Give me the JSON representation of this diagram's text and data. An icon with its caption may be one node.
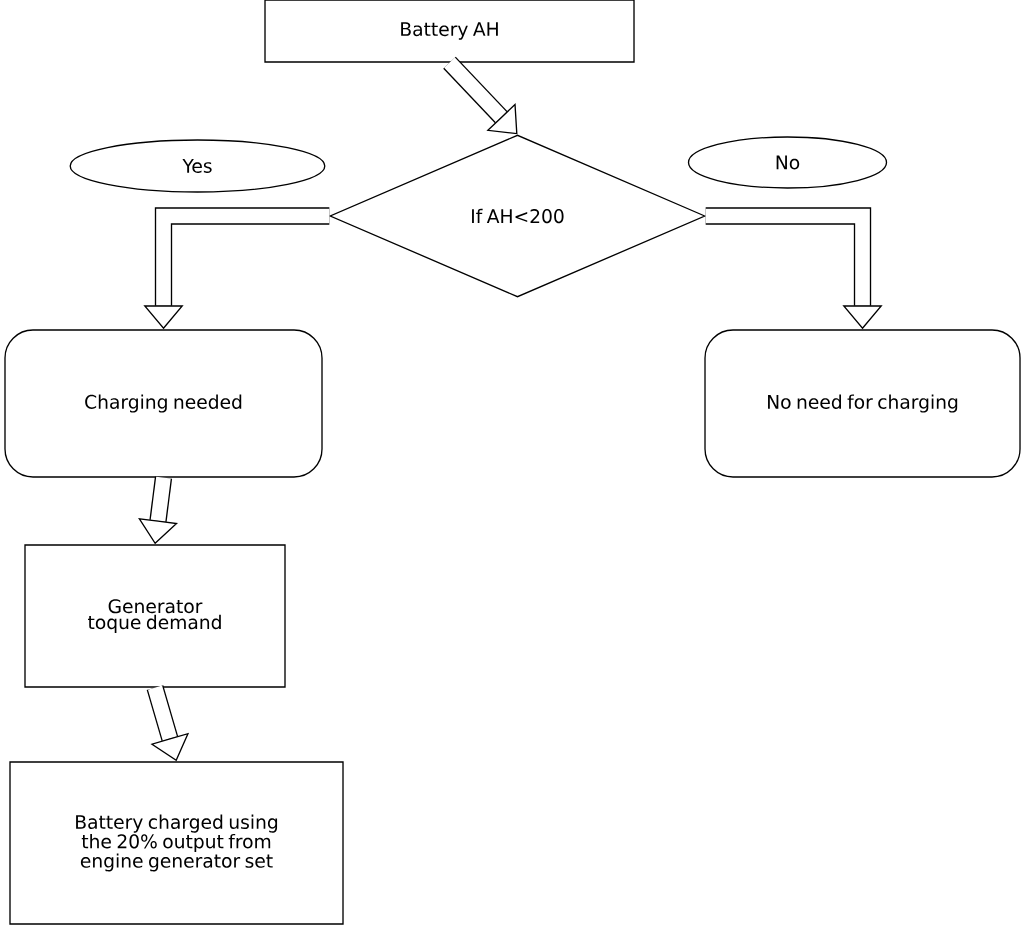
{
  "diagram": {
    "nodes": [
      {
        "text": [
          "Battery AH"
        ]
      },
      {
        "text": [
          "Yes"
        ]
      },
      {
        "text": [
          "If AH<200"
        ]
      },
      {
        "text": [
          "No"
        ]
      },
      {
        "text": [
          "Charging needed"
        ]
      },
      {
        "text": [
          "No need for charging"
        ]
      },
      {
        "text": [
          "Generator toque demand"
        ]
      },
      {
        "text": [
          "Battery charged using the 20% output from engine generator set"
        ]
      }
    ],
    "edges": [
      {
        "from": 0,
        "to": 2,
        "arrow": "to"
      },
      {
        "from": 2,
        "to": 4,
        "arrow": "to"
      },
      {
        "from": 2,
        "to": 5,
        "arrow": "to"
      },
      {
        "from": 4,
        "to": 6,
        "arrow": "to"
      },
      {
        "from": 6,
        "to": 7,
        "arrow": "to"
      }
    ]
  }
}
